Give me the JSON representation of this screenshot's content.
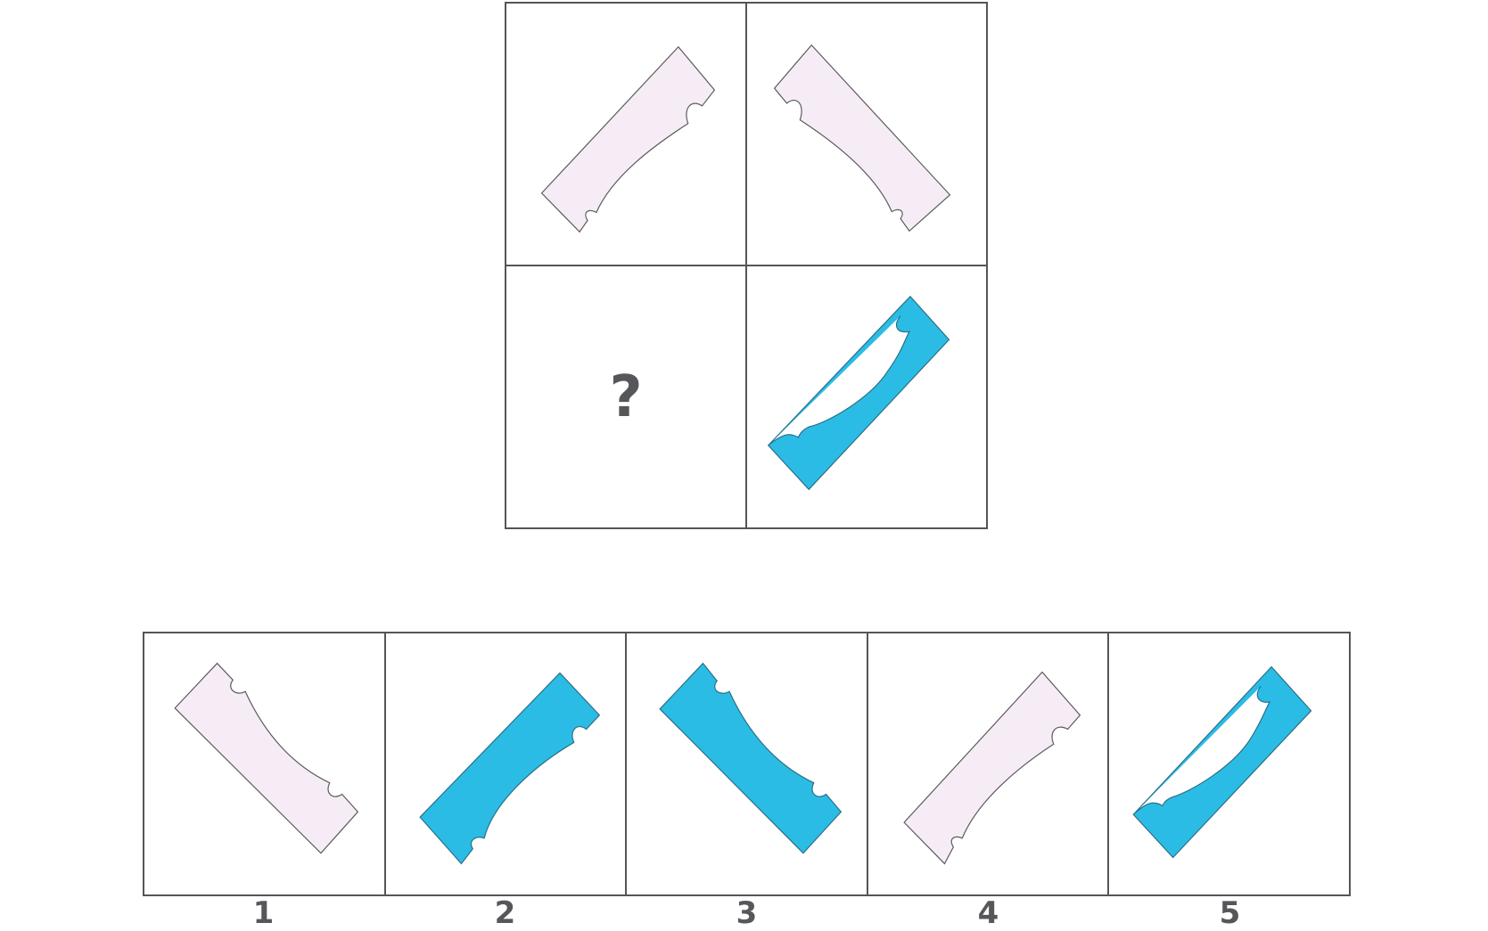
{
  "colors": {
    "pink": "#f6ecf6",
    "blue": "#2bbce6",
    "outline": "#5a5a5a"
  },
  "matrix": {
    "cells": [
      {
        "shape": "handle",
        "fill": "pink",
        "orientation": "slash-curve-right"
      },
      {
        "shape": "handle",
        "fill": "pink",
        "orientation": "backslash-curve-left"
      },
      {
        "shape": "unknown",
        "text": "?"
      },
      {
        "shape": "handle",
        "fill": "blue",
        "orientation": "slash-curve-up"
      }
    ]
  },
  "options": [
    {
      "label": "1",
      "fill": "pink",
      "orientation": "backslash-curve-down"
    },
    {
      "label": "2",
      "fill": "blue",
      "orientation": "slash-curve-right"
    },
    {
      "label": "3",
      "fill": "blue",
      "orientation": "backslash-curve-down"
    },
    {
      "label": "4",
      "fill": "pink",
      "orientation": "slash-curve-right"
    },
    {
      "label": "5",
      "fill": "blue",
      "orientation": "slash-curve-up"
    }
  ]
}
